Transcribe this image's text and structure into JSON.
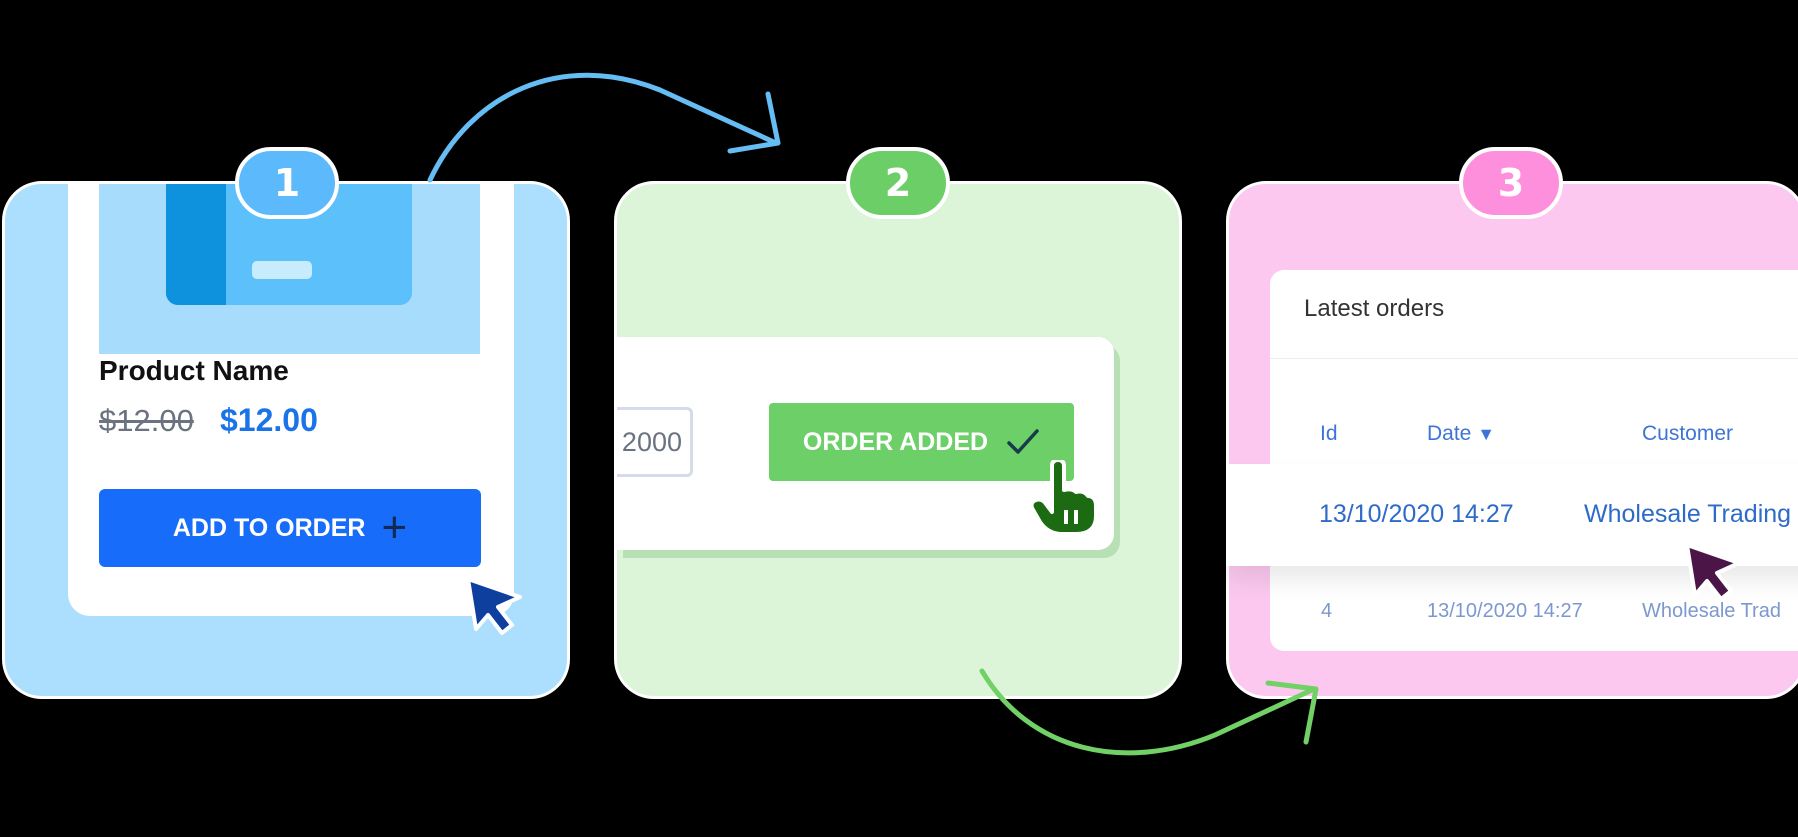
{
  "steps": [
    {
      "number": "1",
      "color": "#5cb9fb"
    },
    {
      "number": "2",
      "color": "#6cce66"
    },
    {
      "number": "3",
      "color": "#fd8fdd"
    }
  ],
  "product": {
    "name": "Product Name",
    "old_price": "$12.00",
    "price": "$12.00",
    "add_button": "ADD TO ORDER"
  },
  "order": {
    "quantity_value": "2000",
    "added_button": "ORDER ADDED"
  },
  "orders": {
    "title": "Latest orders",
    "columns": {
      "id": "Id",
      "date": "Date",
      "customer": "Customer"
    },
    "highlighted_row": {
      "date": "13/10/2020 14:27",
      "customer": "Wholesale Trading L"
    },
    "faded_row": {
      "id": "4",
      "date": "13/10/2020 14:27",
      "customer": "Wholesale Trad"
    }
  },
  "colors": {
    "background": "#000000",
    "panel1": "#acdffe",
    "panel2": "#dcf5d8",
    "panel3": "#fcc8ef",
    "primary_button": "#176df9",
    "success_button": "#6dcf67",
    "link_blue": "#2e6bc8"
  },
  "icons": [
    "plus-icon",
    "checkmark-icon",
    "arrow-pointer-icon",
    "hand-pointer-icon",
    "sort-down-icon",
    "curved-arrow-icon"
  ]
}
